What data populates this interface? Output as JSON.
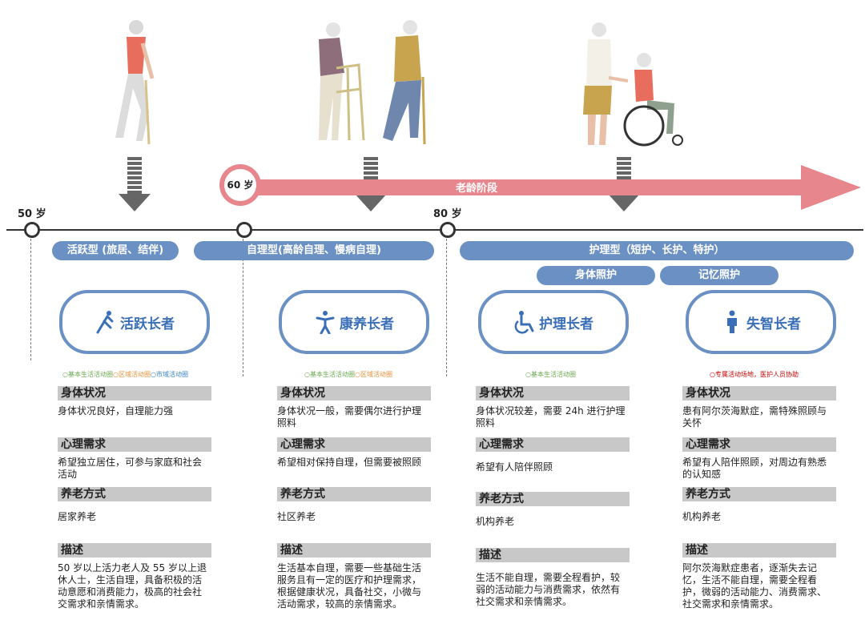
{
  "timeline": {
    "age_50": "50 岁",
    "age_60": "60 岁",
    "age_80": "80 岁",
    "elder_stage": "老龄阶段"
  },
  "stages": {
    "active": "活跃型 (旅居、结伴)",
    "selfcare": "自理型(高龄自理、慢病自理)",
    "nursing": "护理型（短护、长护、特护）",
    "body_care": "身体照护",
    "memory_care": "记忆照护"
  },
  "cards": [
    {
      "label": "活跃长者",
      "icon": "running-person-icon",
      "legend": [
        {
          "text": "○基本生活活动圈",
          "color": "#6aa84f"
        },
        {
          "text": "○区域活动圈",
          "color": "#e69138"
        },
        {
          "text": "○市域活动圈",
          "color": "#3d85c6"
        }
      ],
      "sections": [
        {
          "head": "身体状况",
          "text": "身体状况良好，自理能力强"
        },
        {
          "head": "心理需求",
          "text": "希望独立居住，可参与家庭和社会活动"
        },
        {
          "head": "养老方式",
          "text": "居家养老"
        },
        {
          "head": "描述",
          "text": "50 岁以上活力老人及 55 岁以上退休人士，生活自理，具备积极的活动意愿和消费能力，极高的社会社交需求和亲情需求。"
        }
      ]
    },
    {
      "label": "康养长者",
      "icon": "standing-person-icon",
      "legend": [
        {
          "text": "○基本生活活动圈",
          "color": "#6aa84f"
        },
        {
          "text": "○区域活动圈",
          "color": "#e69138"
        }
      ],
      "sections": [
        {
          "head": "身体状况",
          "text": "身体状况一般，需要偶尔进行护理照料"
        },
        {
          "head": "心理需求",
          "text": "希望相对保持自理，但需要被照顾"
        },
        {
          "head": "养老方式",
          "text": "社区养老"
        },
        {
          "head": "描述",
          "text": "生活基本自理，需要一些基础生活服务且有一定的医疗和护理需求，根据健康状况，具备社交，小微与活动需求，较高的亲情需求。"
        }
      ]
    },
    {
      "label": "护理长者",
      "icon": "wheelchair-icon",
      "legend": [
        {
          "text": "○基本生活活动圈",
          "color": "#6aa84f"
        }
      ],
      "sections": [
        {
          "head": "身体状况",
          "text": "身体状况较差，需要 24h 进行护理照料"
        },
        {
          "head": "心理需求",
          "text": "希望有人陪伴照顾"
        },
        {
          "head": "养老方式",
          "text": "机构养老"
        },
        {
          "head": "描述",
          "text": "生活不能自理，需要全程看护，较弱的活动能力与消费需求，依然有社交需求和亲情需求。"
        }
      ]
    },
    {
      "label": "失智长者",
      "icon": "elderly-person-icon",
      "legend": [
        {
          "text": "○专属活动场地，医护人员协助",
          "color": "#cc0000"
        }
      ],
      "sections": [
        {
          "head": "身体状况",
          "text": "患有阿尔茨海默症，需特殊照顾与关怀"
        },
        {
          "head": "心理需求",
          "text": "希望有人陪伴照顾，对周边有熟悉的认知感"
        },
        {
          "head": "养老方式",
          "text": "机构养老"
        },
        {
          "head": "描述",
          "text": "阿尔茨海默症患者，逐渐失去记忆，生活不能自理，需要全程看护，微弱的活动能力、消费需求、社交需求和亲情需求。"
        }
      ]
    }
  ],
  "colors": {
    "accent_blue": "#6a90c4",
    "stage_arrow": "#e8868d",
    "card_text": "#3a6fb7"
  }
}
